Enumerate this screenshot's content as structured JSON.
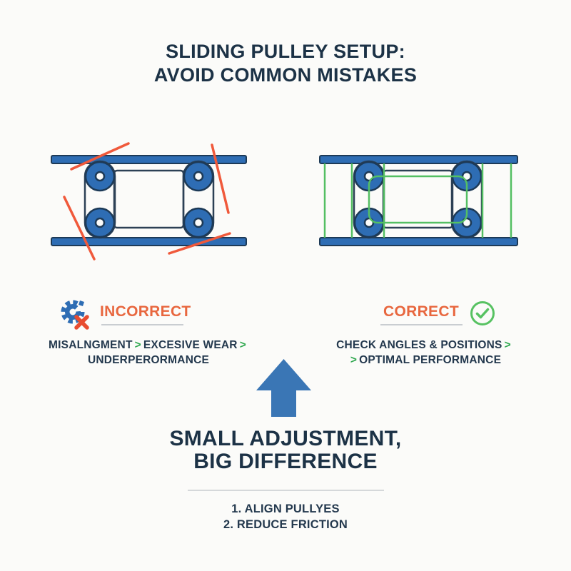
{
  "title": {
    "line1": "SLIDING PULLEY SETUP:",
    "line2": "AVOID COMMON MISTAKES"
  },
  "panels": {
    "incorrect": {
      "label": "INCORRECT",
      "icon": "broken-gear-x-icon",
      "diagram": "misaligned-pulley-diagram",
      "flow_line1_step1": "MISALNGMENT",
      "flow_line1_step2": "EXCESIVE WEAR",
      "flow_line2_step": "UNDERPERORMANCE"
    },
    "correct": {
      "label": "CORRECT",
      "icon": "check-circle-icon",
      "diagram": "aligned-pulley-diagram",
      "flow_line1_step": "CHECK ANGLES & POSITIONS",
      "flow_line2_step": "OPTIMAL PERFORMANCE"
    }
  },
  "symbols": {
    "chevron": ">"
  },
  "footer": {
    "headline_line1": "SMALL ADJUSTMENT,",
    "headline_line2": "BIG DIFFERENCE",
    "steps": [
      "1. ALIGN PULLYES",
      "2. REDUCE FRICTION"
    ]
  },
  "colors": {
    "navy_text": "#1C3246",
    "body_text": "#24394E",
    "pulley_blue": "#2E6DB4",
    "outline_navy": "#1D3A57",
    "belt_navy": "#2C4055",
    "error_red": "#F0593B",
    "accent_orange": "#E8673F",
    "success_green": "#54BF63",
    "chevron_green": "#2FA84F",
    "arrow_blue": "#3A76B5",
    "divider_gray": "#D5D8DA",
    "background": "#FBFBF9"
  }
}
